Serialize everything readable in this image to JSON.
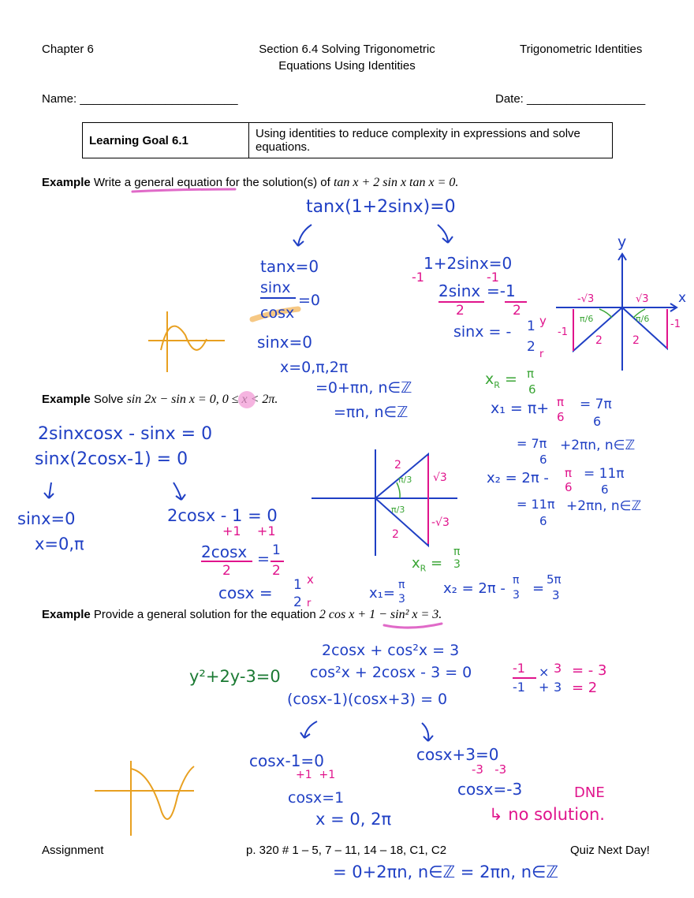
{
  "header": {
    "left": "Chapter 6",
    "center_line1": "Section 6.4 Solving Trigonometric",
    "center_line2": "Equations Using Identities",
    "right": "Trigonometric Identities"
  },
  "fields": {
    "name_label": "Name: ________________________",
    "date_label": "Date: __________________"
  },
  "learning_goal": {
    "label": "Learning Goal 6.1",
    "text_line1": "Using identities to reduce complexity in expressions and solve",
    "text_line2": "equations."
  },
  "example1": {
    "label": "Example",
    "text": "Write a general equation for the solution(s) of",
    "equation": "tan x + 2 sin x tan x = 0."
  },
  "example2": {
    "label": "Example",
    "text": "Solve",
    "equation": "sin 2x − sin x = 0, 0 ≤ x < 2π."
  },
  "example3": {
    "label": "Example",
    "text": "Provide a general solution for the equation",
    "equation": "2 cos x + 1 − sin² x = 3."
  },
  "footer": {
    "assignment_label": "Assignment",
    "pages": "p. 320 # 1 – 5, 7 – 11, 14 – 18, C1, C2",
    "quiz": "Quiz Next Day!"
  },
  "handwriting": {
    "ex1": {
      "factored": "tanx(1+2sinx)=0",
      "left1": "tanx=0",
      "left2a": "sinx",
      "left2b": "cosx",
      "left2c": "=0",
      "left3": "sinx=0",
      "left4": "x=0,π,2π",
      "left5": "=0+πn, n∈ℤ",
      "left6": "=πn, n∈ℤ",
      "right1": "1+2sinx=0",
      "right_minus": "-1",
      "right_minus2": "-1",
      "right2a": "2sinx",
      "right2b": "=-1",
      "right2c": "2",
      "right2d": "2",
      "right3": "sinx = -",
      "right3_num": "1",
      "right3_den": "2",
      "right3_y": "y",
      "right3_r": "r",
      "ref_angle": "x",
      "ref_sub": "R",
      "ref_val_num": "π",
      "ref_val_den": "6",
      "x1": "x₁ = π+",
      "x1_frac_num": "π",
      "x1_frac_den": "6",
      "x1_res_num": "7π",
      "x1_res_den": "6",
      "x1_gen": "+2πn, n∈ℤ",
      "x1_gen_num": "7π",
      "x1_gen_den": "6",
      "x2": "x₂ = 2π -",
      "x2_frac_num": "π",
      "x2_frac_den": "6",
      "x2_res_num": "11π",
      "x2_res_den": "6",
      "x2_gen": "+2πn, n∈ℤ",
      "x2_gen_num": "11π",
      "x2_gen_den": "6",
      "axis_y": "y",
      "axis_x": "x",
      "sqrt3_l": "-√3",
      "sqrt3_r": "√3",
      "pi6_l": "π/6",
      "pi6_r": "π/6",
      "tri2_l": "2",
      "tri2_r": "2",
      "neg1_l": "-1",
      "neg1_r": "-1"
    },
    "ex2": {
      "line1": "2sinxcosx - sinx = 0",
      "line2": "sinx(2cosx-1) = 0",
      "left1": "sinx=0",
      "left2": "x=0,π",
      "right1": "2cosx - 1 = 0",
      "right_plus": "+1    +1",
      "right2a": "2cosx",
      "right2b": "=",
      "right2c": "2",
      "right2d": "1",
      "right2e": "2",
      "right3": "cosx = ",
      "right3_num": "1",
      "right3_den": "2",
      "right3_x": "x",
      "right3_r": "r",
      "tri_2a": "2",
      "tri_2b": "2",
      "tri_pi3a": "π/3",
      "tri_pi3b": "π/3",
      "tri_s3": "√3",
      "tri_ns3": "-√3",
      "ref": "x",
      "ref_sub": "R",
      "ref_num": "π",
      "ref_den": "3",
      "x1": "x₁=",
      "x1_num": "π",
      "x1_den": "3",
      "x2": "x₂ = 2π -",
      "x2_num": "π",
      "x2_den": "3",
      "x2_eq": "=",
      "x2_res_num": "5π",
      "x2_res_den": "3"
    },
    "ex3": {
      "line1": "2cosx + cos²x = 3",
      "line2": "cos²x + 2cosx - 3 = 0",
      "line3": "(cosx-1)(cosx+3) = 0",
      "sub": "y²+2y-3=0",
      "check1a": "-1",
      "check1b": "×",
      "check1c": "3",
      "check1d": "= - 3",
      "check2a": "-1",
      "check2b": "+",
      "check2c": "3",
      "check2d": "= 2",
      "left1": "cosx-1=0",
      "left_plus": "+1  +1",
      "left2": "cosx=1",
      "left3": "x = 0, 2π",
      "right1": "cosx+3=0",
      "right_minus": "-3   -3",
      "right2": "cosx=-3",
      "dne": "DNE",
      "no_sol": "↳ no solution.",
      "final": "= 0+2πn, n∈ℤ = 2πn, n∈ℤ"
    }
  }
}
